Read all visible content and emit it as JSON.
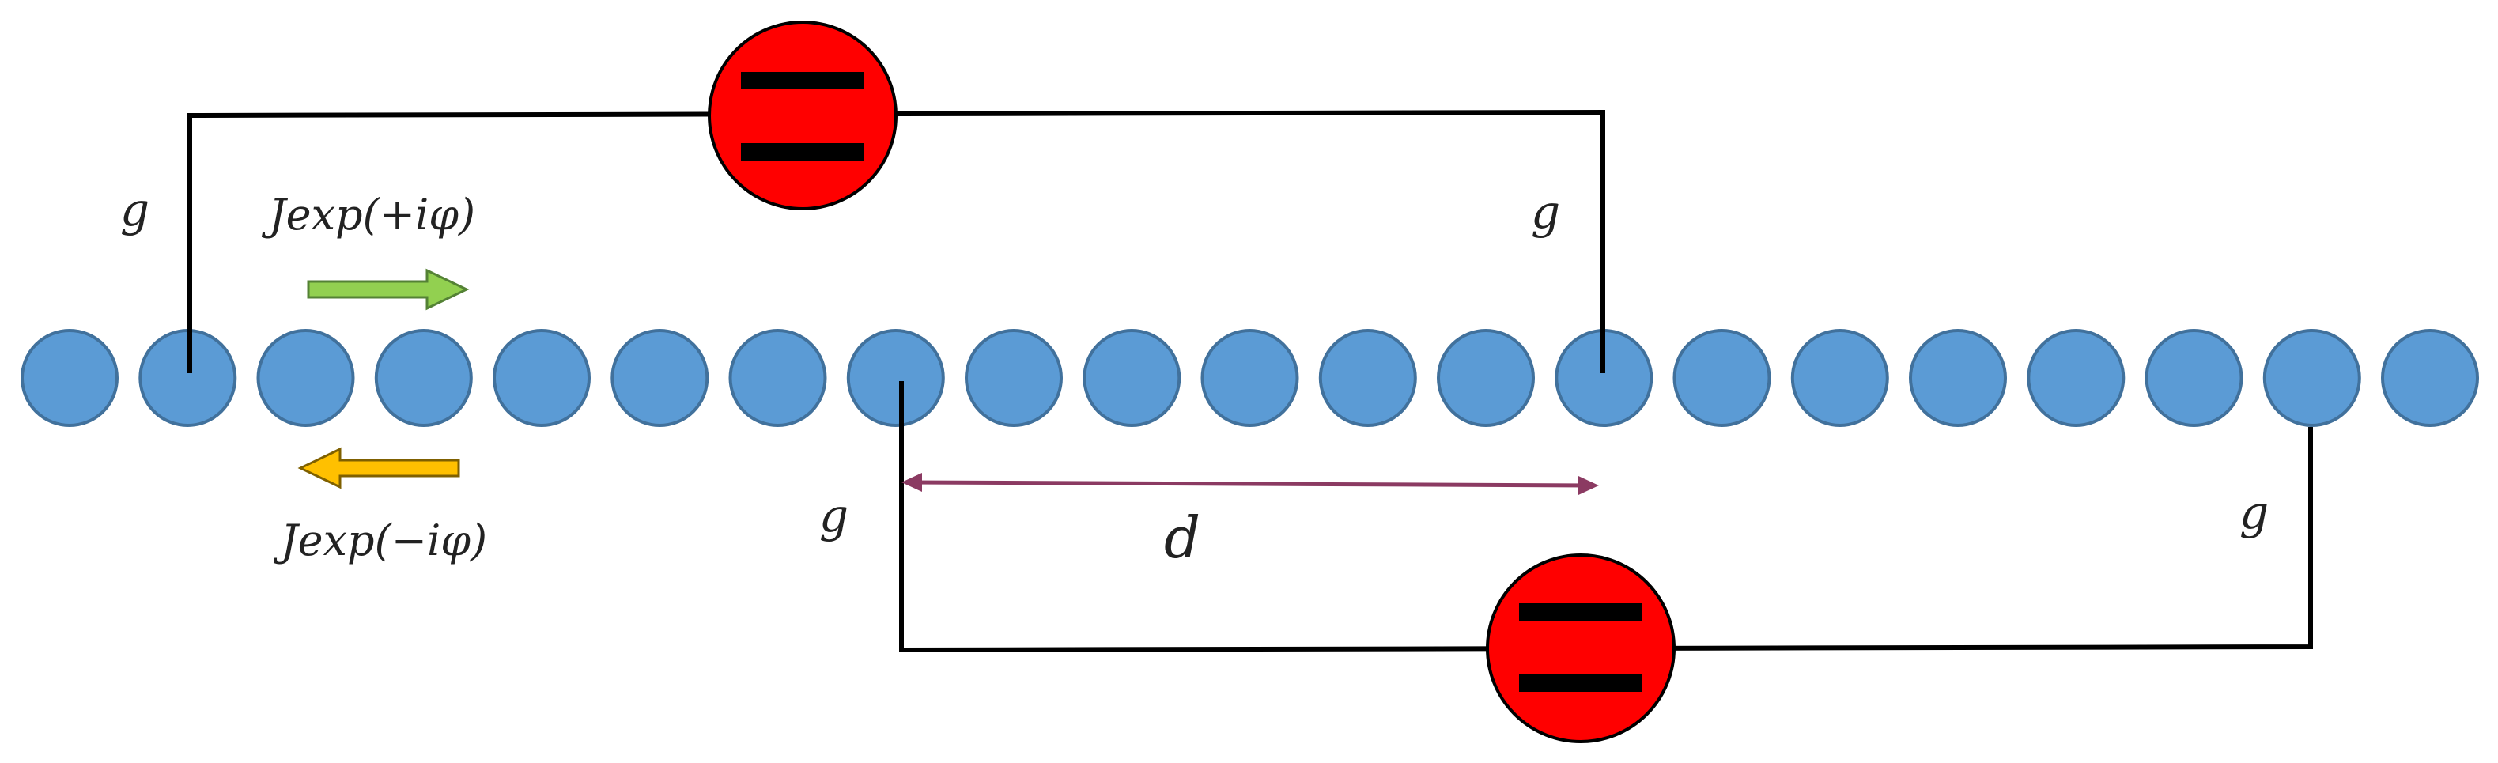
{
  "colors": {
    "site_fill": "#5b9bd5",
    "atom_fill": "#ff0000",
    "atom_bar": "#000000",
    "wire": "#000000",
    "arrow_forward_fill": "#92d050",
    "arrow_forward_stroke": "#548235",
    "arrow_backward_fill": "#ffc000",
    "arrow_backward_stroke": "#7f6000",
    "distance_arrow": "#8b3a62"
  },
  "lattice": {
    "site_count": 21
  },
  "labels": {
    "g_top_left": "g",
    "g_top_right": "g",
    "g_bottom_left": "g",
    "g_bottom_right": "g",
    "hopping_forward": "Jexp(+iφ)",
    "hopping_backward": "Jexp(−iφ)",
    "distance": "d"
  }
}
